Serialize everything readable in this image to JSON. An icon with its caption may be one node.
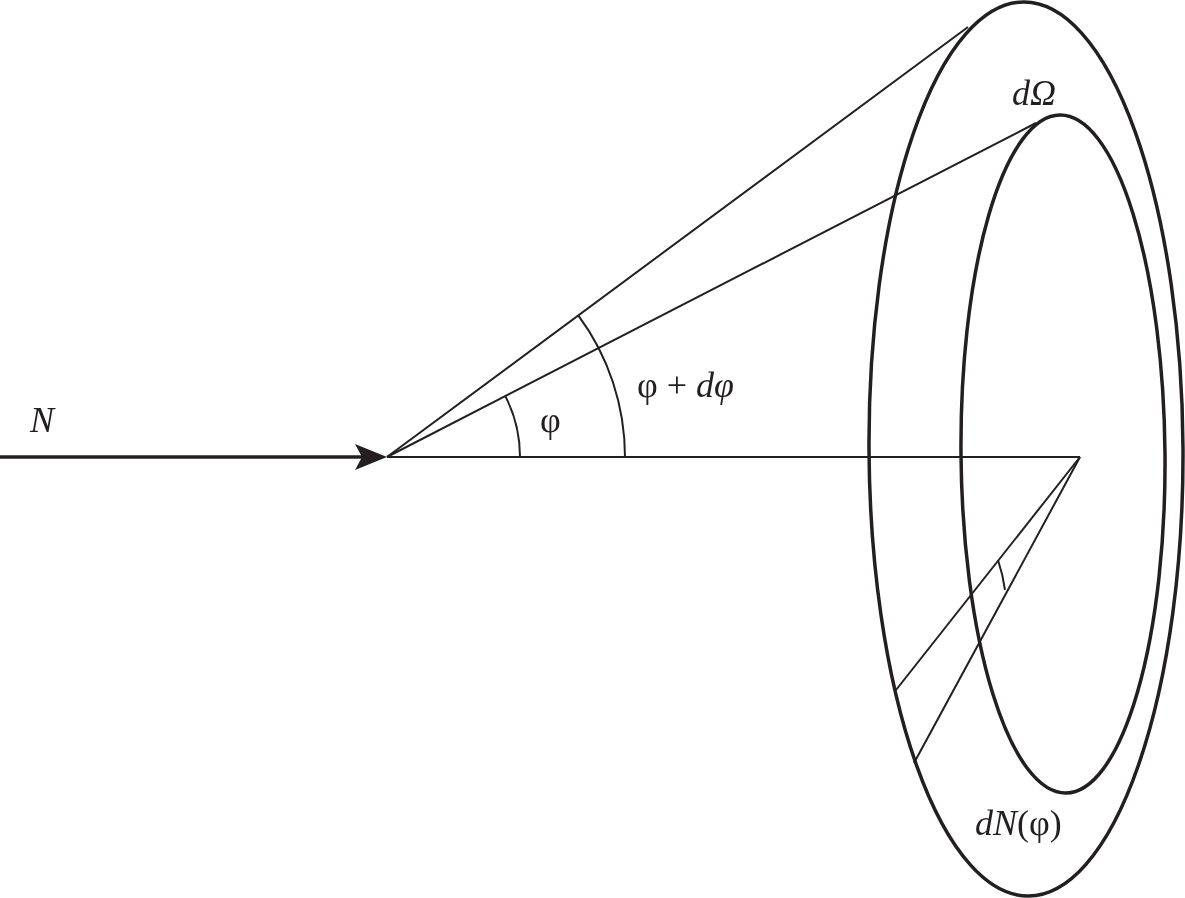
{
  "diagram": {
    "labels": [
      "N",
      "φ",
      "φ + *dφ*",
      "*dΩ*",
      "*dN*(φ)"
    ]
  }
}
